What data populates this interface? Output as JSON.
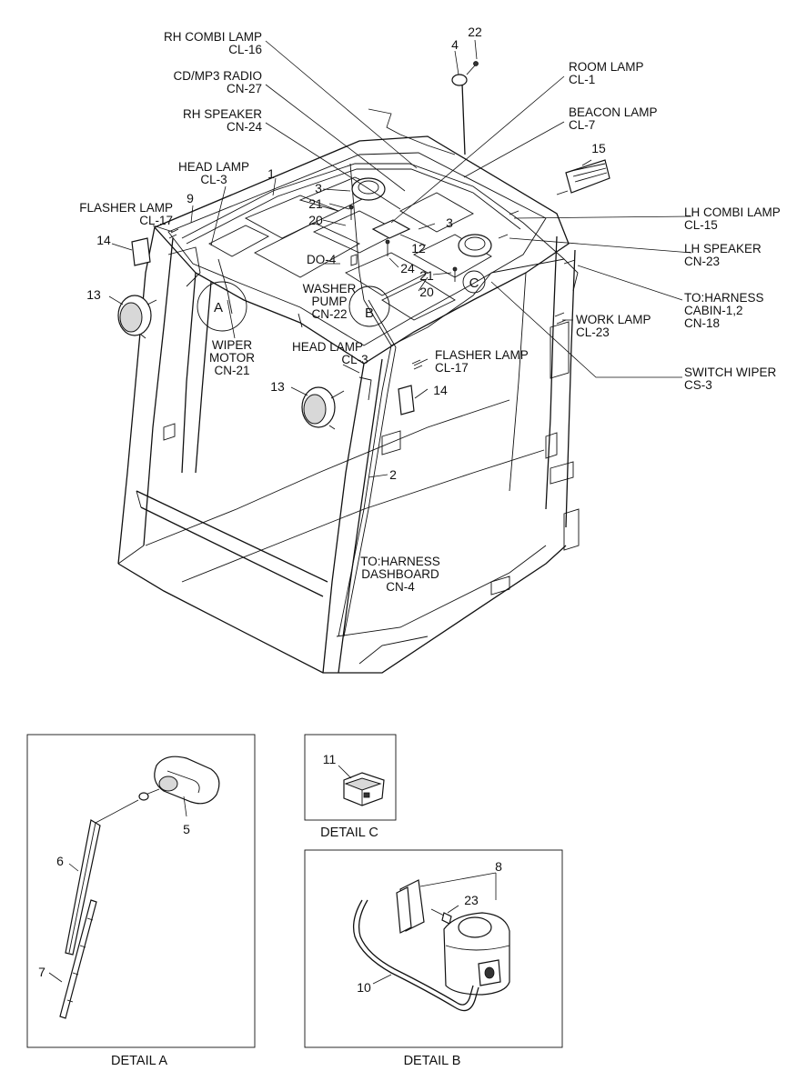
{
  "callouts": {
    "rh_combi": [
      "RH COMBI LAMP",
      "CL-16"
    ],
    "cd_radio": [
      "CD/MP3 RADIO",
      "CN-27"
    ],
    "rh_speaker": [
      "RH SPEAKER",
      "CN-24"
    ],
    "head_lamp_top": [
      "HEAD LAMP",
      "CL-3"
    ],
    "flasher_top": [
      "FLASHER LAMP",
      "CL-17"
    ],
    "room_lamp": [
      "ROOM LAMP",
      "CL-1"
    ],
    "beacon_lamp": [
      "BEACON LAMP",
      "CL-7"
    ],
    "lh_combi": [
      "LH COMBI LAMP",
      "CL-15"
    ],
    "lh_speaker": [
      "LH SPEAKER",
      "CN-23"
    ],
    "harness_cabin": [
      "TO:HARNESS",
      "CABIN-1,2",
      "CN-18"
    ],
    "work_lamp": [
      "WORK LAMP",
      "CL-23"
    ],
    "switch_wiper": [
      "SWITCH WIPER",
      "CS-3"
    ],
    "wiper_motor": [
      "WIPER",
      "MOTOR",
      "CN-21"
    ],
    "washer_pump": [
      "WASHER",
      "PUMP",
      "CN-22"
    ],
    "head_lamp_mid": [
      "HEAD LAMP",
      "CL-3"
    ],
    "flasher_mid": [
      "FLASHER LAMP",
      "CL-17"
    ],
    "harness_dash": [
      "TO:HARNESS",
      "DASHBOARD",
      "CN-4"
    ],
    "do4": "DO-4"
  },
  "part_numbers": {
    "n1": "1",
    "n2": "2",
    "n3a": "3",
    "n3b": "3",
    "n4": "4",
    "n9": "9",
    "n12": "12",
    "n13a": "13",
    "n13b": "13",
    "n14a": "14",
    "n14b": "14",
    "n15": "15",
    "n20a": "20",
    "n20b": "20",
    "n21a": "21",
    "n21b": "21",
    "n22": "22",
    "n24": "24",
    "n5": "5",
    "n6": "6",
    "n7": "7",
    "n11": "11",
    "n8": "8",
    "n10": "10",
    "n23": "23"
  },
  "detail_markers": {
    "a": "A",
    "b": "B",
    "c": "C"
  },
  "detail_captions": {
    "a": "DETAIL A",
    "b": "DETAIL B",
    "c": "DETAIL C"
  }
}
